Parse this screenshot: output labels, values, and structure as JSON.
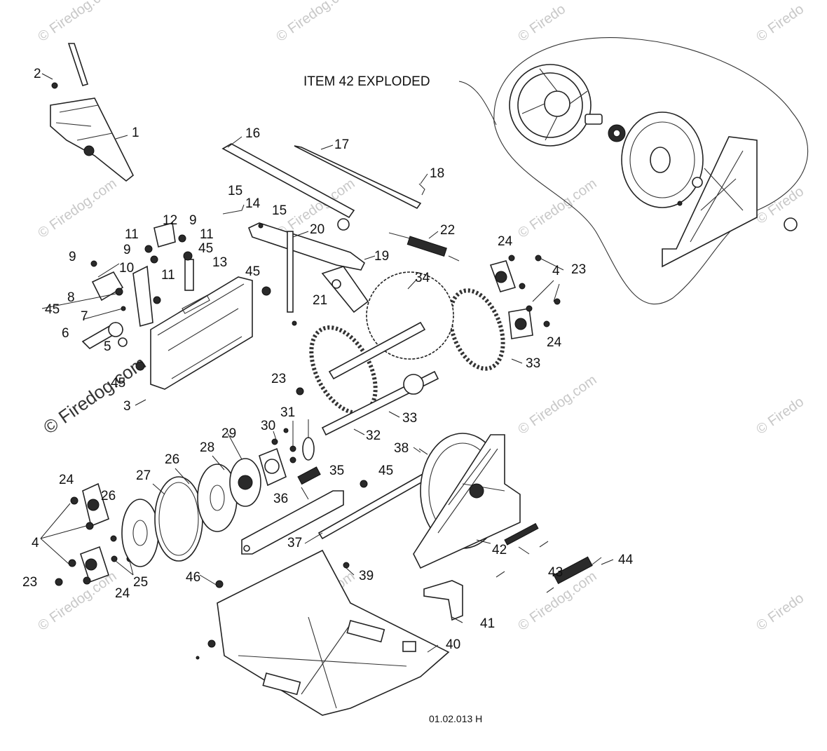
{
  "diagram": {
    "exploded_note": "ITEM 42 EXPLODED",
    "figure_id": "01.02.013 H",
    "watermark": "© Firedog.com",
    "watermark_short": "© Firedo",
    "watermark_main": "© Firedog.com"
  },
  "callouts": [
    "1",
    "2",
    "3",
    "4",
    "5",
    "6",
    "7",
    "8",
    "9",
    "10",
    "11",
    "12",
    "13",
    "14",
    "15",
    "16",
    "17",
    "18",
    "19",
    "20",
    "21",
    "22",
    "23",
    "24",
    "25",
    "26",
    "27",
    "28",
    "29",
    "30",
    "31",
    "32",
    "33",
    "34",
    "35",
    "36",
    "37",
    "38",
    "39",
    "40",
    "41",
    "42",
    "43",
    "44",
    "45",
    "46"
  ]
}
